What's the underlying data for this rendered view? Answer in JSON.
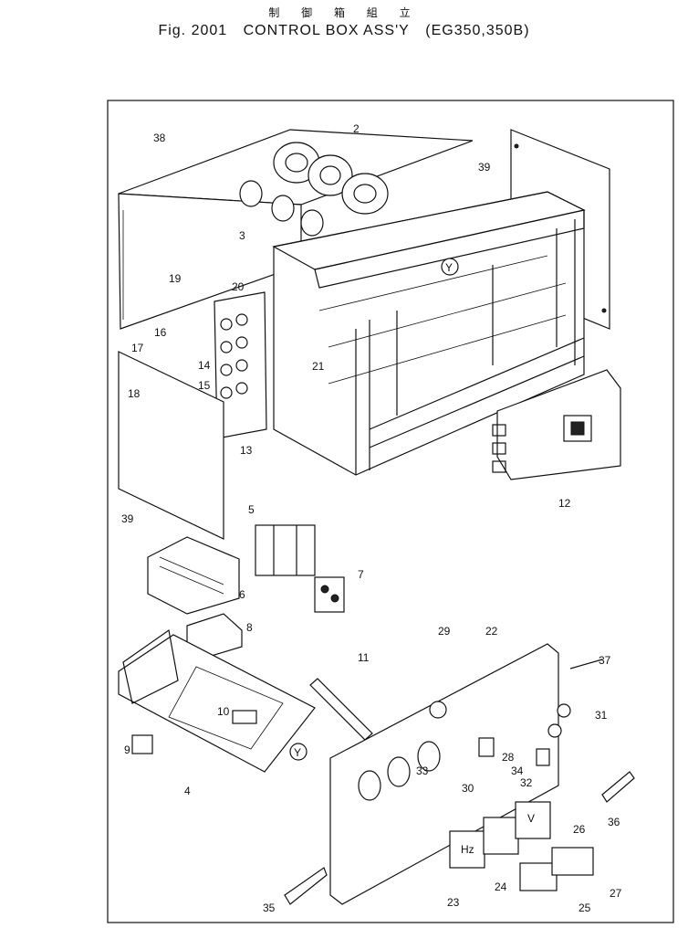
{
  "header": {
    "japanese_title": "制 御 箱  組 立",
    "fig_label": "Fig. 2001",
    "title": "CONTROL BOX ASS'Y",
    "model": "(EG350,350B)"
  },
  "reference_marker": "Y",
  "parts": [
    {
      "ref": "2"
    },
    {
      "ref": "3"
    },
    {
      "ref": "4"
    },
    {
      "ref": "5"
    },
    {
      "ref": "6"
    },
    {
      "ref": "7"
    },
    {
      "ref": "8"
    },
    {
      "ref": "9"
    },
    {
      "ref": "10"
    },
    {
      "ref": "11"
    },
    {
      "ref": "12"
    },
    {
      "ref": "13"
    },
    {
      "ref": "14"
    },
    {
      "ref": "15"
    },
    {
      "ref": "16"
    },
    {
      "ref": "17"
    },
    {
      "ref": "18"
    },
    {
      "ref": "19"
    },
    {
      "ref": "20"
    },
    {
      "ref": "21"
    },
    {
      "ref": "22"
    },
    {
      "ref": "23"
    },
    {
      "ref": "24"
    },
    {
      "ref": "25"
    },
    {
      "ref": "26"
    },
    {
      "ref": "27"
    },
    {
      "ref": "28"
    },
    {
      "ref": "29"
    },
    {
      "ref": "30"
    },
    {
      "ref": "31"
    },
    {
      "ref": "32"
    },
    {
      "ref": "33"
    },
    {
      "ref": "34"
    },
    {
      "ref": "35"
    },
    {
      "ref": "36"
    },
    {
      "ref": "37"
    },
    {
      "ref": "38"
    },
    {
      "ref": "39"
    },
    {
      "ref": "39"
    }
  ],
  "meter_faces": [
    "Hz",
    "V"
  ]
}
